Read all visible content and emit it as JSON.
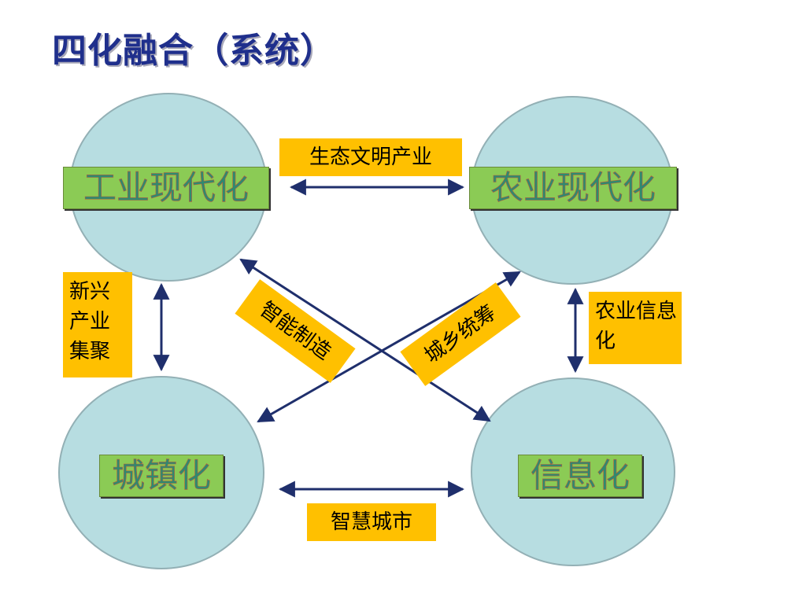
{
  "title": "四化融合（系统）",
  "nodes": {
    "industry": "工业现代化",
    "agriculture": "农业现代化",
    "urbanization": "城镇化",
    "informatization": "信息化"
  },
  "links": {
    "top": "生态文明产业",
    "left": "新兴产业集聚",
    "right": "农业信息化",
    "bottom": "智慧城市",
    "diag_down": "智能制造",
    "diag_up": "城乡统筹"
  },
  "colors": {
    "circle": "#b7dde1",
    "node_label_bg": "#8bcb55",
    "link_label_bg": "#ffc000",
    "arrow": "#1f2f6c",
    "title": "#1f2f8c"
  }
}
